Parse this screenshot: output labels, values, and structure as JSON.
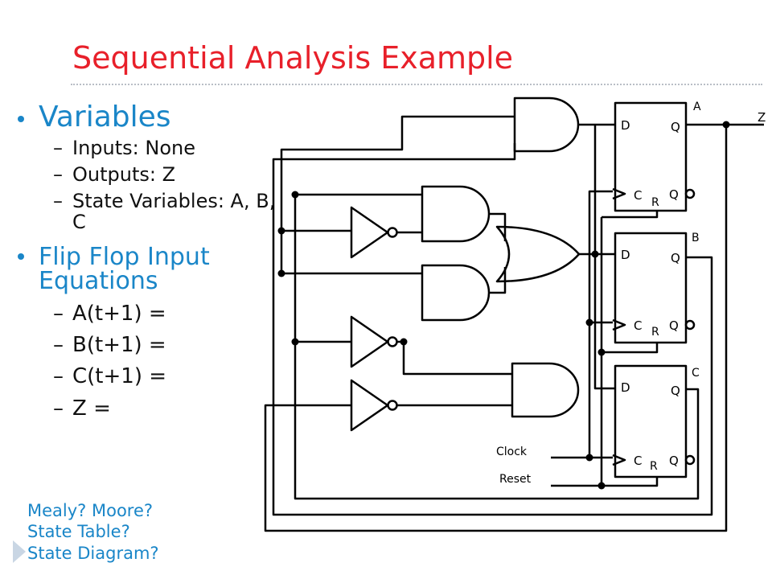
{
  "slide": {
    "title": "Sequential Analysis Example",
    "bullets": {
      "variables": "Variables",
      "inputs": "Inputs: None",
      "outputs": "Outputs: Z",
      "state_vars": "State Variables: A, B, C",
      "ff_equations": "Flip Flop Input Equations",
      "eq_a": "A(t+1) =",
      "eq_b": "B(t+1) =",
      "eq_c": "C(t+1) =",
      "eq_z": "Z ="
    },
    "notes": [
      "Mealy? Moore?",
      "State Table?",
      "State Diagram?"
    ]
  },
  "circuit": {
    "ff_labels": [
      "A",
      "B",
      "C"
    ],
    "pin_d": "D",
    "pin_q": "Q",
    "pin_c": "C",
    "pin_r": "R",
    "output_label": "Z",
    "clock_label": "Clock",
    "reset_label": "Reset"
  },
  "colors": {
    "title": "#e8202a",
    "accent": "#1a86c8",
    "text": "#111111"
  }
}
